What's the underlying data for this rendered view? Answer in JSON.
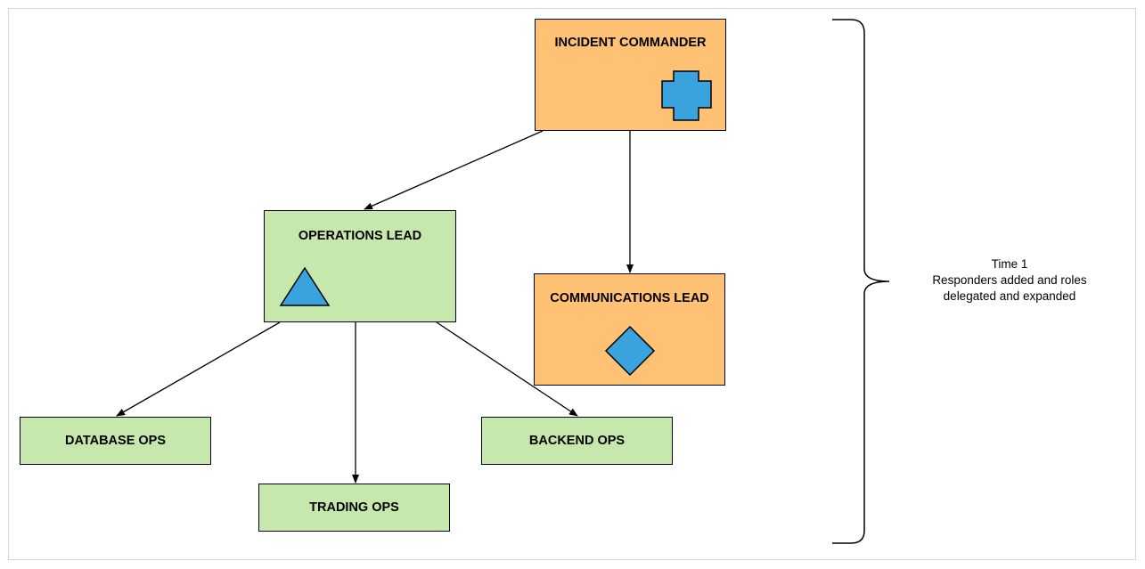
{
  "diagram": {
    "nodes": {
      "incident_commander": {
        "label": "INCIDENT COMMANDER",
        "icon": "cross-icon",
        "color": "#ffc174"
      },
      "operations_lead": {
        "label": "OPERATIONS LEAD",
        "icon": "triangle-icon",
        "color": "#c7e8ad"
      },
      "communications_lead": {
        "label": "COMMUNICATIONS LEAD",
        "icon": "diamond-icon",
        "color": "#ffc174"
      },
      "database_ops": {
        "label": "DATABASE OPS",
        "color": "#c7e8ad"
      },
      "trading_ops": {
        "label": "TRADING OPS",
        "color": "#c7e8ad"
      },
      "backend_ops": {
        "label": "BACKEND OPS",
        "color": "#c7e8ad"
      }
    },
    "edges": [
      {
        "from": "INCIDENT COMMANDER",
        "to": "OPERATIONS LEAD"
      },
      {
        "from": "INCIDENT COMMANDER",
        "to": "COMMUNICATIONS LEAD"
      },
      {
        "from": "OPERATIONS LEAD",
        "to": "DATABASE OPS"
      },
      {
        "from": "OPERATIONS LEAD",
        "to": "TRADING OPS"
      },
      {
        "from": "OPERATIONS LEAD",
        "to": "BACKEND OPS"
      }
    ],
    "annotation": {
      "line1": "Time 1",
      "line2": "Responders added and roles",
      "line3": "delegated and expanded"
    },
    "icon_color": "#3aa3dd",
    "line_color": "#000000"
  }
}
